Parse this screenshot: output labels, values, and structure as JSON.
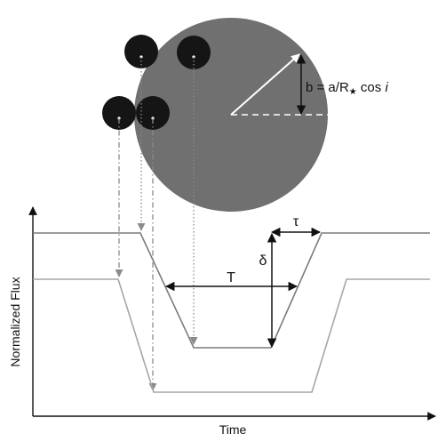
{
  "labels": {
    "impact_lhs": "b = a/R",
    "impact_star": "★",
    "impact_cos": " cos ",
    "impact_i": "i",
    "total_duration": "T",
    "ingress": "τ",
    "depth": "δ",
    "y_axis": "Normalized Flux",
    "x_axis": "Time"
  },
  "colors": {
    "star": "#707070",
    "planet": "#151515",
    "lightcurve_upper": "#7b7b7b",
    "lightcurve_lower": "#a6a6a6",
    "arrows": "#111111",
    "guides": "#8a8a8a",
    "axes": "#111111"
  }
}
